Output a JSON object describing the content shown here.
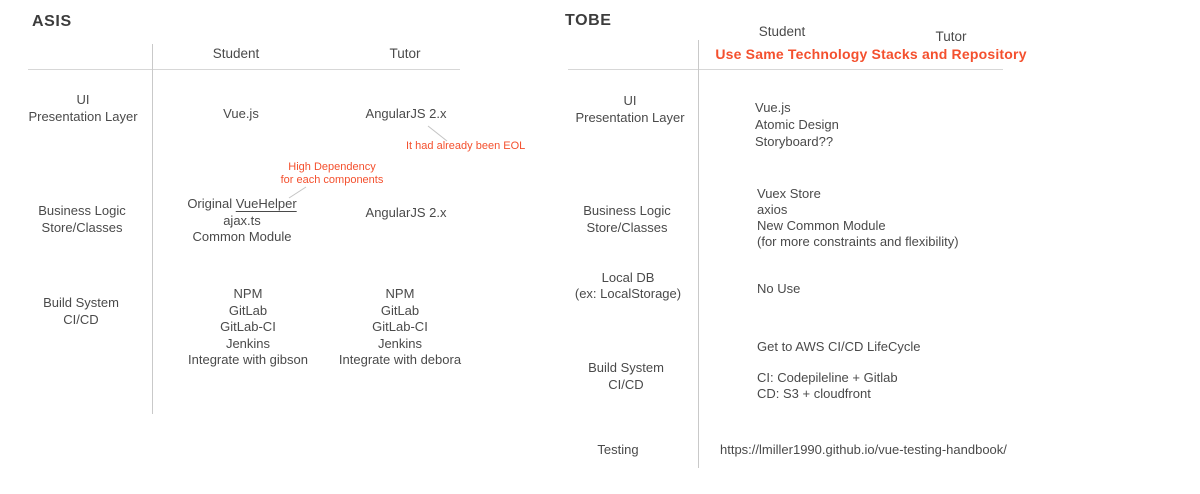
{
  "colors": {
    "accent_red": "#f4502e",
    "text": "#4a4a4a",
    "rule": "#c9c9c9"
  },
  "asis": {
    "title": "ASIS",
    "columns": {
      "student": "Student",
      "tutor": "Tutor"
    },
    "rows": [
      {
        "label": "UI\nPresentation Layer",
        "student": "Vue.js",
        "tutor": "AngularJS 2.x"
      },
      {
        "label": "Business Logic\nStore/Classes",
        "student_prefix": "Original ",
        "student_underlined": "VueHelper",
        "student_rest": "ajax.ts\nCommon Module",
        "tutor": "AngularJS 2.x"
      },
      {
        "label": "Build System\nCI/CD",
        "student": "NPM\nGitLab\nGitLab-CI\nJenkins\nIntegrate with gibson",
        "tutor": "NPM\nGitLab\nGitLab-CI\nJenkins\nIntegrate with debora"
      }
    ],
    "annotations": {
      "eol": "It had already been EOL",
      "high_dependency": "High Dependency\nfor each components"
    }
  },
  "tobe": {
    "title": "TOBE",
    "columns": {
      "student": "Student",
      "tutor": "Tutor"
    },
    "banner": "Use Same Technology Stacks and Repository",
    "rows": [
      {
        "label": "UI\nPresentation Layer",
        "value": "Vue.js\nAtomic Design\nStoryboard??"
      },
      {
        "label": "Business Logic\nStore/Classes",
        "value": "Vuex Store\naxios\nNew Common Module\n(for more constraints and flexibility)"
      },
      {
        "label": "Local DB\n(ex: LocalStorage)",
        "value": "No Use"
      },
      {
        "label": "Build System\nCI/CD",
        "value": "Get to AWS CI/CD LifeCycle\n\nCI: Codepileline + Gitlab\nCD: S3 + cloudfront"
      },
      {
        "label": "Testing",
        "value": "https://lmiller1990.github.io/vue-testing-handbook/"
      }
    ]
  }
}
